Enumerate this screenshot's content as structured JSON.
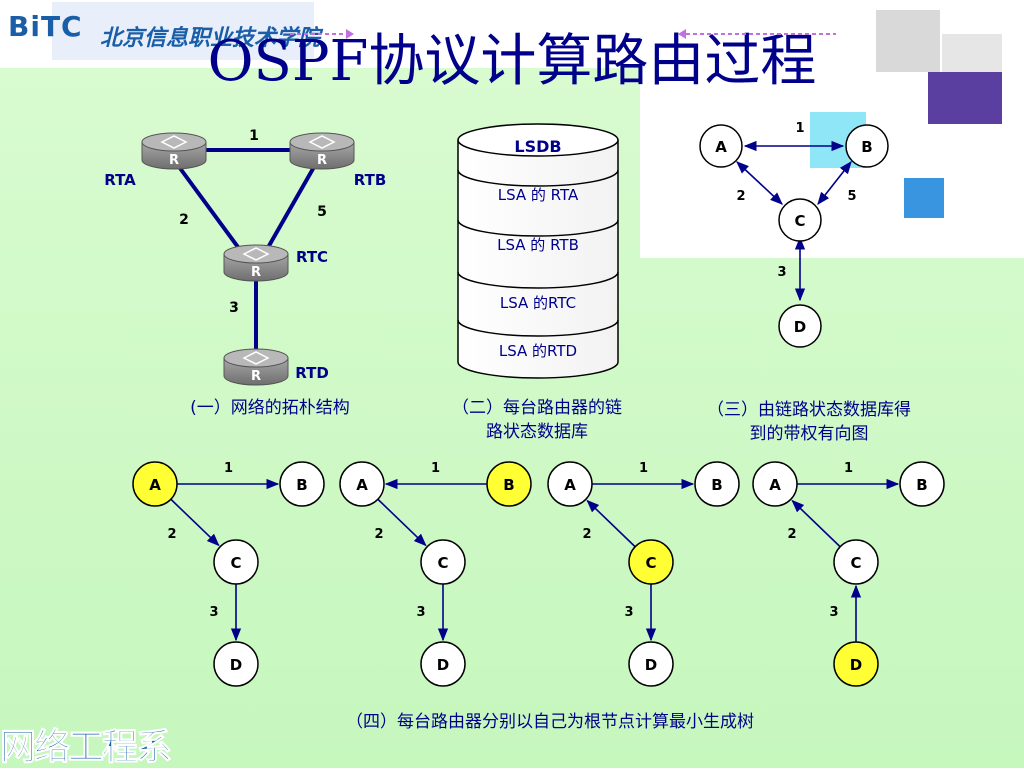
{
  "title": "OSPF协议计算路由过程",
  "logo": {
    "brand": "BiTC",
    "school": "北京信息职业技术学院"
  },
  "corner_text": "网络工程系",
  "colors": {
    "title": "#00008b",
    "highlight": "#ffff33",
    "router": "#8c8c8c",
    "link": "#00008b"
  },
  "section1": {
    "caption": "(一）网络的拓朴结构",
    "routers": [
      "RTA",
      "RTB",
      "RTC",
      "RTD"
    ],
    "router_icon_label": "R",
    "links": [
      {
        "from": "RTA",
        "to": "RTB",
        "cost": "1"
      },
      {
        "from": "RTA",
        "to": "RTC",
        "cost": "2"
      },
      {
        "from": "RTB",
        "to": "RTC",
        "cost": "5"
      },
      {
        "from": "RTC",
        "to": "RTD",
        "cost": "3"
      }
    ]
  },
  "section2": {
    "caption_line1": "（二）每台路由器的链",
    "caption_line2": "路状态数据库",
    "db_title": "LSDB",
    "entries": [
      "LSA 的 RTA",
      "LSA 的 RTB",
      "LSA 的RTC",
      "LSA 的RTD"
    ]
  },
  "section3": {
    "caption_line1": "（三）由链路状态数据库得",
    "caption_line2": "到的带权有向图",
    "nodes": [
      "A",
      "B",
      "C",
      "D"
    ],
    "edges": [
      {
        "from": "A",
        "to": "B",
        "cost": "1"
      },
      {
        "from": "A",
        "to": "C",
        "cost": "2"
      },
      {
        "from": "B",
        "to": "C",
        "cost": "5"
      },
      {
        "from": "C",
        "to": "D",
        "cost": "3"
      }
    ]
  },
  "section4": {
    "caption": "（四）每台路由器分别以自己为根节点计算最小生成树",
    "trees": [
      {
        "root": "A",
        "costs": {
          "ab": "1",
          "ac": "2",
          "cd": "3"
        }
      },
      {
        "root": "B",
        "costs": {
          "ab": "1",
          "ac": "2",
          "cd": "3"
        }
      },
      {
        "root": "C",
        "costs": {
          "ab": "1",
          "ac": "2",
          "cd": "3"
        }
      },
      {
        "root": "D",
        "costs": {
          "ab": "1",
          "ac": "2",
          "cd": "3"
        }
      }
    ]
  }
}
